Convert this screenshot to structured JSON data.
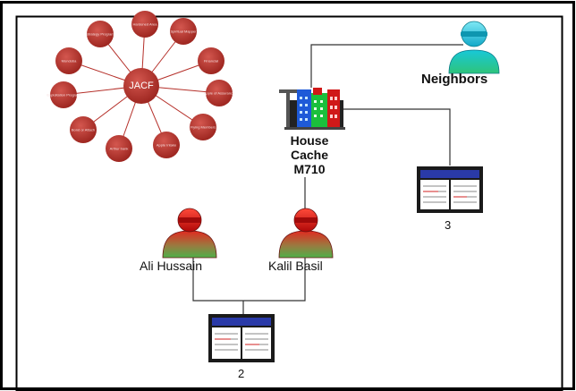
{
  "mindmap": {
    "hub_label": "JACF",
    "nodes": [
      "Hardened Area",
      "Spiritual Mapper",
      "Financial",
      "Apple of Assurance",
      "Flying Members",
      "Apple Intake",
      "Arthur bank",
      "Bond or Attach",
      "Exploitation Program",
      "Mondoba",
      "Strategy Program"
    ]
  },
  "nodes": {
    "neighbors": {
      "label": "Neighbors"
    },
    "house_cache": {
      "label_line1": "House",
      "label_line2": "Cache",
      "label_line3": "M710"
    },
    "ali": {
      "label": "Ali Hussain"
    },
    "kalil": {
      "label": "Kalil Basil"
    },
    "file3": {
      "label": "3"
    },
    "file2": {
      "label": "2"
    }
  },
  "colors": {
    "mindmap_fill": "#b5302a",
    "insider_red": "#d01818",
    "insider_green": "#56b04a",
    "neighbor_cyan": "#18c8d8",
    "neighbor_green": "#2ec47a",
    "document_header": "#2a3aa8",
    "line": "#333333"
  }
}
